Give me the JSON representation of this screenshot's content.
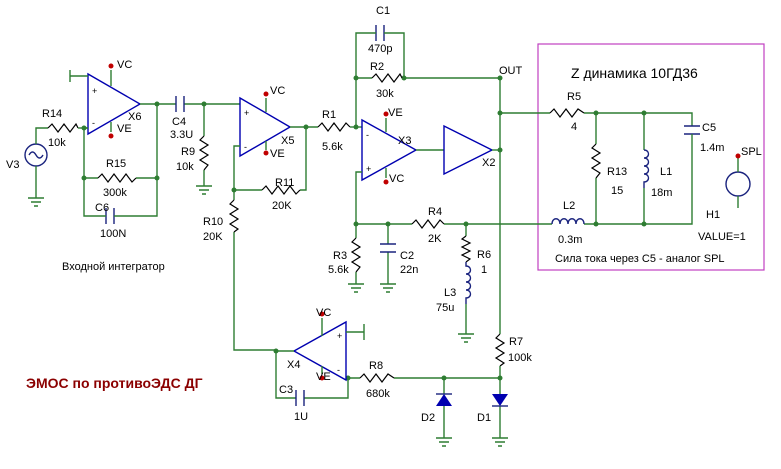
{
  "components": {
    "V3": "V3",
    "R14": "R14",
    "R14v": "10k",
    "X6": "X6",
    "VC": "VC",
    "VE": "VE",
    "R15": "R15",
    "R15v": "300k",
    "C6": "C6",
    "C6v": "100N",
    "C4": "C4",
    "C4v": "3.3U",
    "R9": "R9",
    "R9v": "10k",
    "X5": "X5",
    "R11": "R11",
    "R11v": "20K",
    "R10": "R10",
    "R10v": "20K",
    "C1": "C1",
    "C1v": "470p",
    "R2": "R2",
    "R2v": "30k",
    "R1": "R1",
    "R1v": "5.6k",
    "X3": "X3",
    "X2": "X2",
    "OUT": "OUT",
    "R3": "R3",
    "R3v": "5.6k",
    "C2": "C2",
    "C2v": "22n",
    "R4": "R4",
    "R4v": "2K",
    "R6": "R6",
    "R6v": "1",
    "L3": "L3",
    "L3v": "75u",
    "R7": "R7",
    "R7v": "100k",
    "X4": "X4",
    "C3": "C3",
    "C3v": "1U",
    "R8": "R8",
    "R8v": "680k",
    "D2": "D2",
    "D1": "D1",
    "R5": "R5",
    "R5v": "4",
    "R13": "R13",
    "R13v": "15",
    "L1": "L1",
    "L1v": "18m",
    "C5": "C5",
    "C5v": "1.4m",
    "L2": "L2",
    "L2v": "0.3m",
    "H1": "H1",
    "H1v": "VALUE=1",
    "SPL": "SPL"
  },
  "texts": {
    "integrator": "Входной интегратор",
    "title": "ЭМОС по противоЭДС ДГ",
    "zbox_title": "Z динамика 10ГД36",
    "zbox_note": "Сила тока через С5 - аналог SPL"
  },
  "colors": {
    "wire": "#2e7d32",
    "component": "#1a237e",
    "title": "#8b0000",
    "box": "#c040c0",
    "supply": "#c00000"
  }
}
